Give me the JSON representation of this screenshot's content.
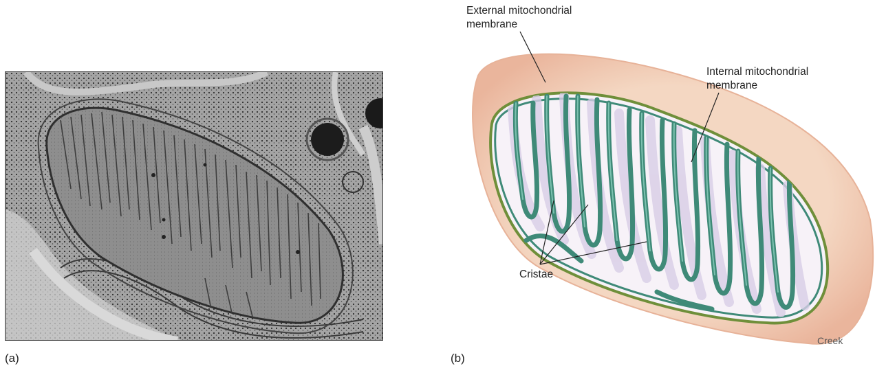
{
  "panels": {
    "a_label": "(a)",
    "b_label": "(b)"
  },
  "callouts": {
    "external_line1": "External mitochondrial",
    "external_line2": "membrane",
    "internal_line1": "Internal mitochondrial",
    "internal_line2": "membrane",
    "cristae": "Cristae"
  },
  "artist_credit": "Creek",
  "colors": {
    "outer_membrane_fill": "#f2cdb4",
    "outer_membrane_edge": "#e9b9a0",
    "inner_membrane": "#3f8a78",
    "inner_membrane_highlight": "#7cc2b0",
    "membrane_edge_green": "#6f8f3a",
    "matrix_lavender": "#e6def0",
    "micrograph_gray": "#a9a9a9"
  }
}
